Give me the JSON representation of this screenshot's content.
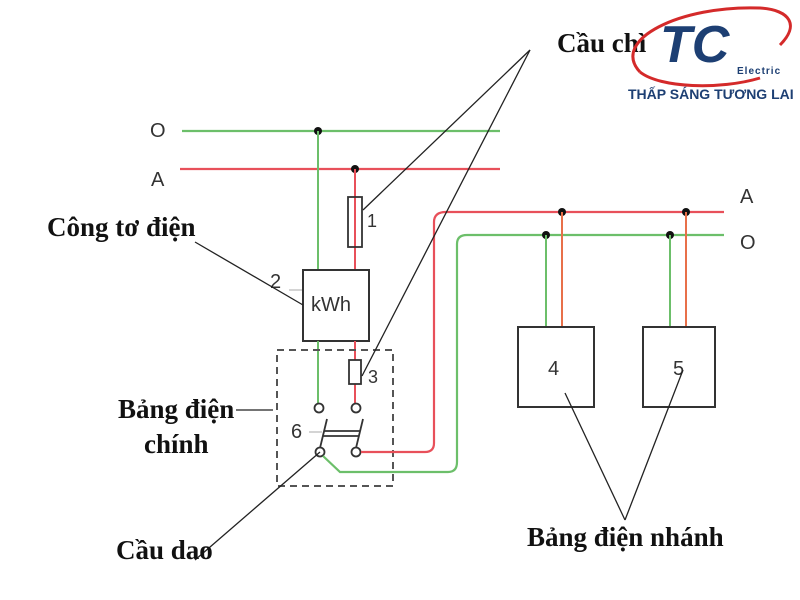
{
  "colors": {
    "phase": "#e8505a",
    "neutral": "#6cbf6a",
    "branch_phase": "#e8704a",
    "outline": "#333333",
    "leader": "#222222",
    "logo_blue": "#1d3f73",
    "logo_red": "#d42a2a"
  },
  "logo": {
    "mark": "TC",
    "sub": "Electric",
    "tagline": "THẤP SÁNG TƯƠNG LAI"
  },
  "bus_labels": {
    "main_neutral": "O",
    "main_phase": "A",
    "branch_phase": "A",
    "branch_neutral": "O"
  },
  "components": {
    "fuse_1": "1",
    "meter_number": "2",
    "meter_unit": "kWh",
    "fuse_3": "3",
    "branch_panel_4": "4",
    "branch_panel_5": "5",
    "switch_6": "6"
  },
  "callouts": {
    "fuse": "Cầu chì",
    "meter": "Công tơ điện",
    "main_panel_line1": "Bảng điện",
    "main_panel_line2": "chính",
    "knife_switch": "Cầu dao",
    "branch_panel": "Bảng điện nhánh"
  }
}
